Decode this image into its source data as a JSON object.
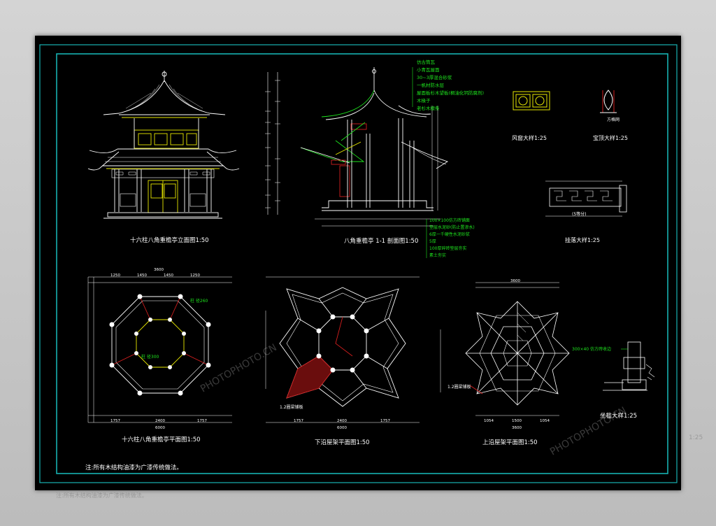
{
  "drawings": {
    "elevation": {
      "title": "十六柱八角重檐亭立面图1:50"
    },
    "section": {
      "title": "八角重檐亭 1-1 剖面图1:50",
      "roof_notes": [
        "仿古筒瓦",
        "小青瓦屋面",
        "30~3厚混合砂浆",
        "一帆材防水层",
        "屋面板杉木望板(桐油化钙防腐剂)",
        "木椽子",
        "老杉木檩条"
      ],
      "floor_notes": [
        "100×100仿方砖铺面",
        "垫层水泥砂(防止置渗水)",
        "6厚一千硬性水泥砂浆",
        "5厚",
        "100厚碎砖垫层夯实",
        "素土夯实"
      ]
    },
    "window_detail": {
      "title": "风窗大样1:25"
    },
    "finial_detail": {
      "title": "宝顶大样1:25",
      "label": "方格网"
    },
    "fascia_detail": {
      "title": "挂落大样1:25",
      "label": "(5等分)"
    },
    "plan": {
      "title": "十六柱八角重檐亭平面图1:50",
      "dims_top": [
        "1250",
        "1450",
        "1450",
        "1250"
      ],
      "overall": "3600",
      "dims_bottom": [
        "1757",
        "2400",
        "1757"
      ],
      "bottom_total": "6000",
      "label_outer": "柱 径260",
      "label_inner": "柱 径300"
    },
    "lower_roof_frame": {
      "title": "下沿屋架平面图1:50",
      "label": "1.2圈梁铺板",
      "dims_bottom": [
        "1757",
        "2400",
        "1757"
      ],
      "bottom_total": "6000"
    },
    "upper_roof_frame": {
      "title": "上沿屋架平面图1:50",
      "label": "1.2圈梁铺板",
      "dims_top": "3600",
      "dims_bottom": [
        "1054",
        "1500",
        "1054"
      ],
      "bottom_total": "3600"
    },
    "bench_detail": {
      "title": "坐槛大样1:25",
      "label": "300×40 仿方砖收边"
    },
    "general_note": "注:所有木结构油漆为广漆传统做法。"
  },
  "watermark": {
    "text": "PHOTOPHOTO.CN"
  },
  "colors": {
    "frame": "#17b2b2",
    "linework": "#ffffff",
    "accent_yellow": "#e8e800",
    "accent_green": "#1ee61e",
    "accent_red": "#d21e1e",
    "accent_magenta": "#d61ed6",
    "accent_cyan": "#1ed6d6"
  },
  "backdrop": {
    "ghost_scale": "1:25",
    "ghost_note": "注:所有木结构油漆为广漆传统做法。"
  }
}
